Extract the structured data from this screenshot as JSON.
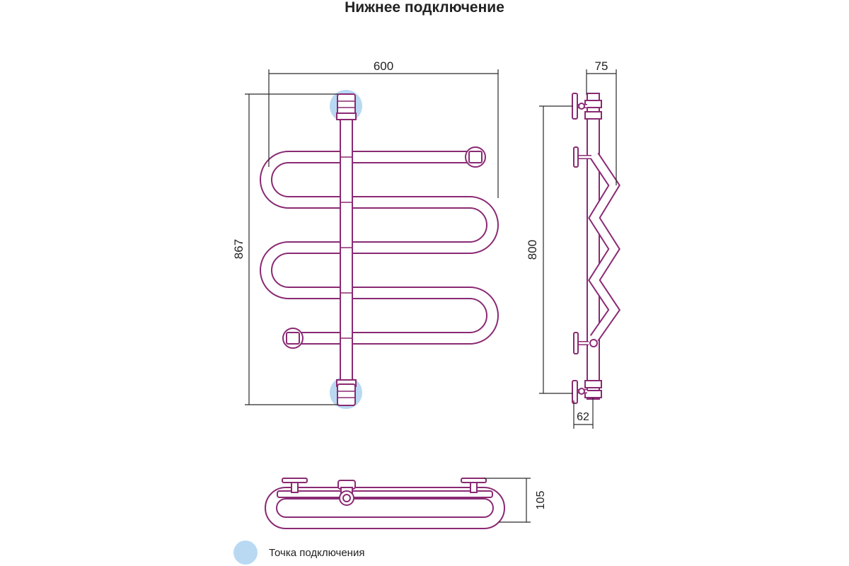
{
  "title": "Нижнее подключение",
  "colors": {
    "tube": "#8a2a73",
    "tube_fill": "#ffffff",
    "dimension_line": "#2a2a2a",
    "connection_point": "#b9d9f3"
  },
  "dimensions": {
    "front_width": "600",
    "front_height": "867",
    "side_depth": "75",
    "side_height": "800",
    "side_offset": "62",
    "top_depth": "105"
  },
  "legend": {
    "connection_point_label": "Точка подключения",
    "icon": "connection-point-marker"
  }
}
